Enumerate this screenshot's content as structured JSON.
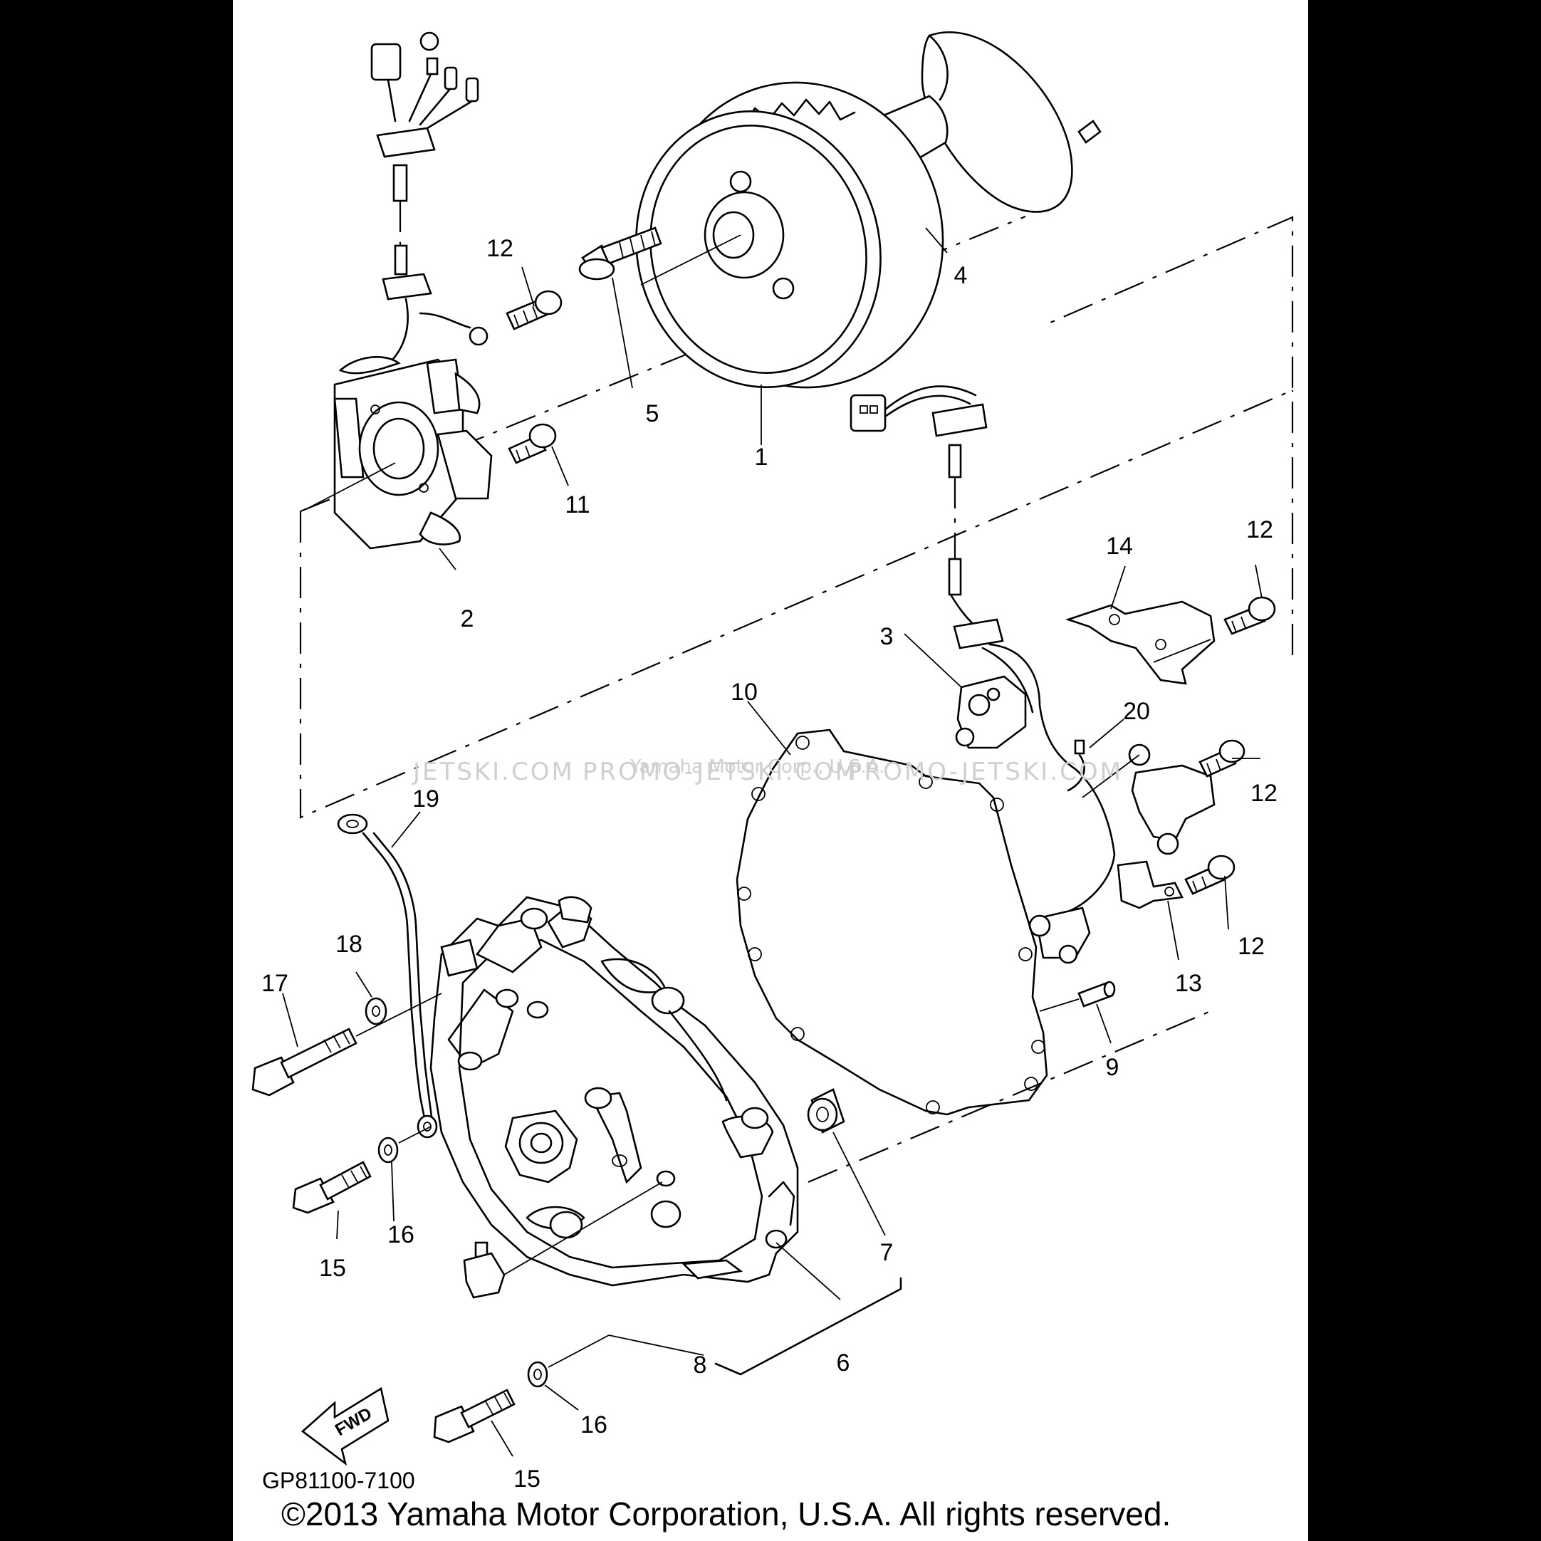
{
  "callouts": [
    "1",
    "2",
    "3",
    "4",
    "5",
    "6",
    "7",
    "8",
    "9",
    "10",
    "11",
    "12",
    "12",
    "12",
    "12",
    "13",
    "14",
    "15",
    "15",
    "16",
    "16",
    "17",
    "18",
    "19",
    "20"
  ],
  "watermark": {
    "left": "JETSKI.COM",
    "mid": "PROMO-JETSKI.COM",
    "center": "Yamaha Motor Corp., U.S.A.",
    "right": "PROMO-JETSKI.COM"
  },
  "fwd_label": "FWD",
  "diagram_code": "GP81100-7100",
  "copyright": "©2013 Yamaha Motor Corporation, U.S.A. All rights reserved.",
  "colors": {
    "background": "#000000",
    "sheet": "#ffffff",
    "ink": "#000000",
    "watermark": "#cfcfcf"
  }
}
